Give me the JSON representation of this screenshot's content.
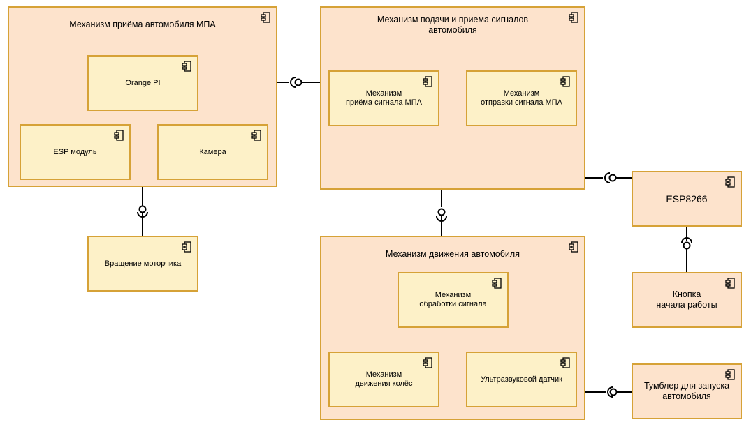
{
  "components": {
    "reception": {
      "label": "Механизм приёма автомобиля МПА",
      "icon": "component-icon"
    },
    "orange_pi": {
      "label": "Orange PI",
      "icon": "component-icon"
    },
    "esp_module": {
      "label": "ESP модуль",
      "icon": "component-icon"
    },
    "camera": {
      "label": "Камера",
      "icon": "component-icon"
    },
    "motor_rotation": {
      "label": "Вращение моторчика",
      "icon": "component-icon"
    },
    "signals": {
      "label": "Механизм подачи и приема сигналов\nавтомобиля",
      "icon": "component-icon"
    },
    "signal_receive": {
      "label": "Механизм\nприёма сигнала МПА",
      "icon": "component-icon"
    },
    "signal_send": {
      "label": "Механизм\nотправки сигнала МПА",
      "icon": "component-icon"
    },
    "esp8266": {
      "label": "ESP8266",
      "icon": "component-icon"
    },
    "start_button": {
      "label": "Кнопка\nначала работы",
      "icon": "component-icon"
    },
    "movement": {
      "label": "Механизм движения автомобиля",
      "icon": "component-icon"
    },
    "signal_processing": {
      "label": "Механизм\nобработки сигнала",
      "icon": "component-icon"
    },
    "wheel_movement": {
      "label": "Механизм\nдвижения колёс",
      "icon": "component-icon"
    },
    "ultrasonic": {
      "label": "Ультразвуковой датчик",
      "icon": "component-icon"
    },
    "toggle": {
      "label": "Тумблер для запуска\nавтомобиля",
      "icon": "component-icon"
    }
  },
  "colors": {
    "border": "#d6a237",
    "outer_fill": "#fde3cc",
    "inner_fill": "#fdf1c8",
    "line": "#000000"
  }
}
